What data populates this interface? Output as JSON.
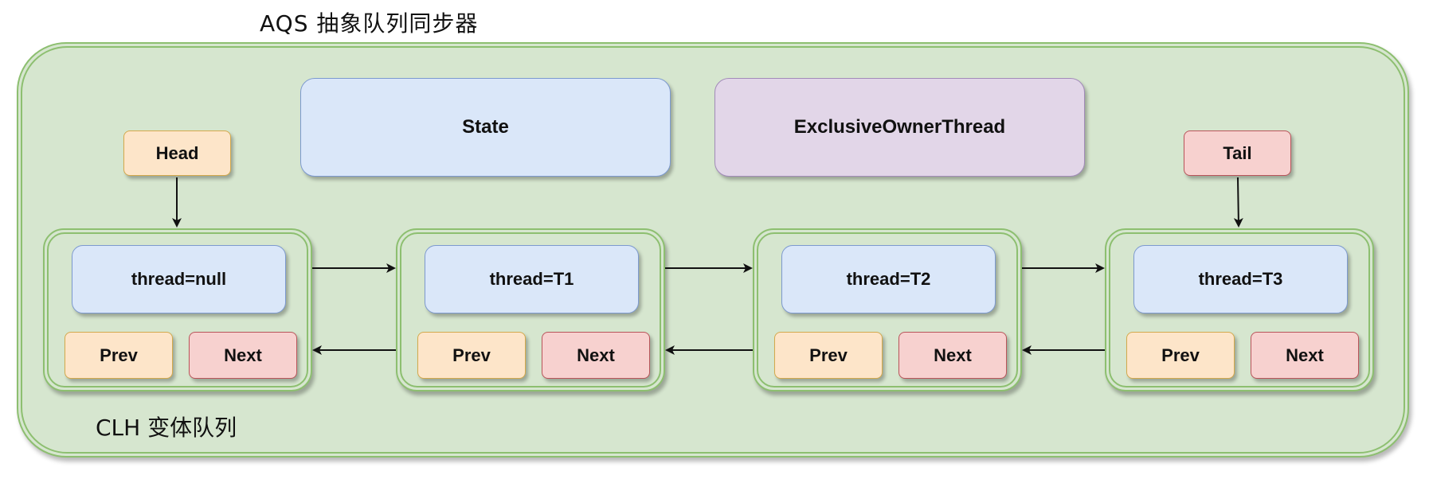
{
  "title": "AQS 抽象队列同步器",
  "state_label": "State",
  "owner_label": "ExclusiveOwnerThread",
  "head_label": "Head",
  "tail_label": "Tail",
  "queue_label": "CLH 变体队列",
  "nodes": [
    {
      "thread": "thread=null",
      "prev": "Prev",
      "next": "Next"
    },
    {
      "thread": "thread=T1",
      "prev": "Prev",
      "next": "Next"
    },
    {
      "thread": "thread=T2",
      "prev": "Prev",
      "next": "Next"
    },
    {
      "thread": "thread=T3",
      "prev": "Prev",
      "next": "Next"
    }
  ],
  "colors": {
    "container_fill": "#d6e6cf",
    "container_border": "#8dbf70",
    "blue_fill": "#dae7f9",
    "purple_fill": "#e2d6e8",
    "orange_fill": "#fde5c9",
    "red_fill": "#f7d1cf"
  }
}
